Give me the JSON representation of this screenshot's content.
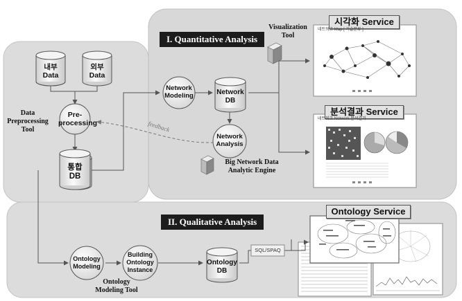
{
  "sections": {
    "quantitative": "I. Quantitative Analysis",
    "qualitative": "II. Qualitative Analysis"
  },
  "nodes": {
    "internal_data": "내부\nData",
    "external_data": "외부\nData",
    "preprocessing": "Pre-\nprocessing",
    "integrated_db": "통합\nDB",
    "network_modeling": "Network\nModeling",
    "network_db": "Network\nDB",
    "network_analysis": "Network\nAnalysis",
    "ontology_modeling": "Ontology\nModeling",
    "building_ontology": "Building\nOntology\nInstance",
    "ontology_db": "Ontology\nDB",
    "sqlspaq": "SQL/SPAQ"
  },
  "labels": {
    "preprocessing_tool": "Data\nPreprocessing\nTool",
    "feedback": "feedback",
    "visualization_tool": "Visualization\nTool",
    "analytic_engine": "Big Network Data\nAnalytic Engine",
    "ontology_modeling_tool": "Ontology\nModeling Tool"
  },
  "services": {
    "visualization": "시각화 Service",
    "analysis_result": "분석결과 Service",
    "ontology": "Ontology Service"
  },
  "screens": {
    "visualization_header": "네트워크 Map  [ 기술분류 ]",
    "analysis_header": "네트워크 Network 분석결과"
  },
  "colors": {
    "panel_fill": "#dcdcdc",
    "panel_stroke": "#bdbdbd",
    "node_fill": "#ececec",
    "bar_fill": "#1c1c1c",
    "arrow": "#555555"
  }
}
